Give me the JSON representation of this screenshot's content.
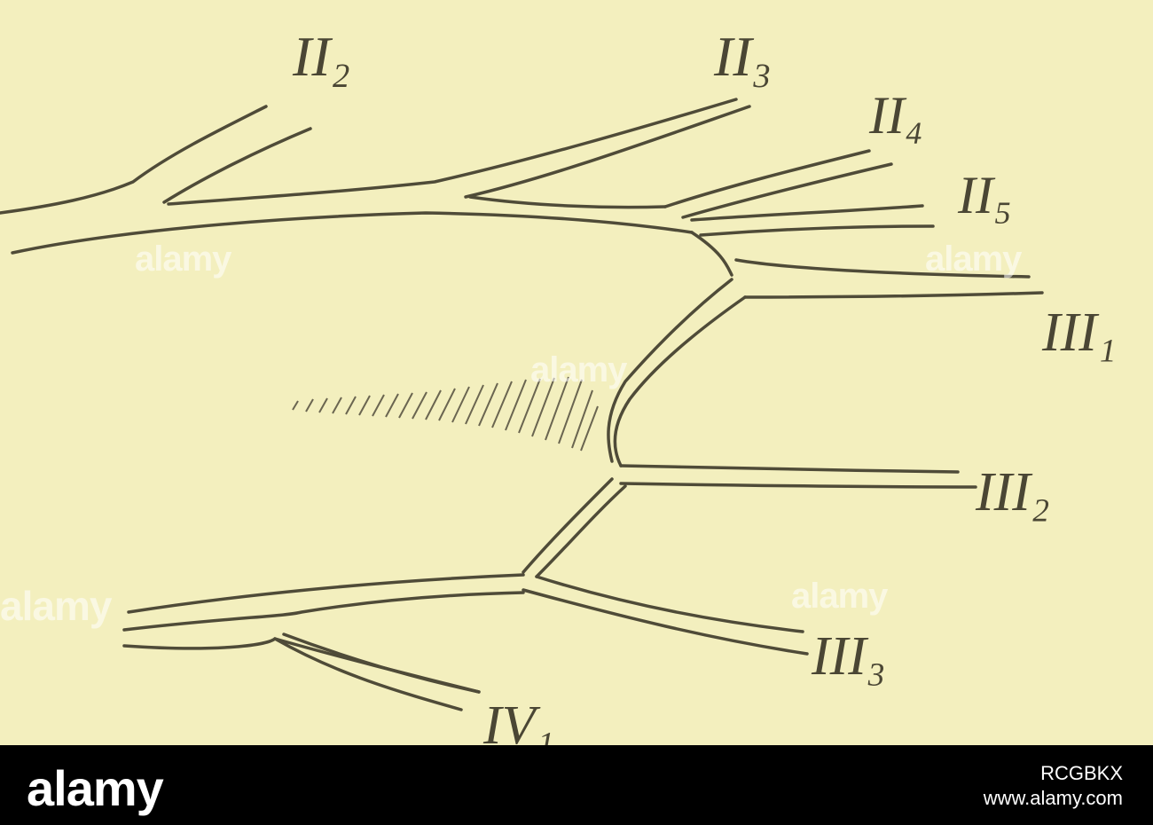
{
  "labels": {
    "II2": "II₂",
    "II3": "II₃",
    "II4": "II₄",
    "II5": "II₅",
    "III1": "III₁",
    "III2": "III₂",
    "III3": "III₃",
    "IV1": "IV₁"
  },
  "watermark": {
    "text": "alamy"
  },
  "footer": {
    "logo": "alamy",
    "image_id": "RCGBKX",
    "url": "www.alamy.com"
  },
  "colors": {
    "background": "#f3efbe",
    "ink": "#4f4b38",
    "footer": "#000000"
  }
}
